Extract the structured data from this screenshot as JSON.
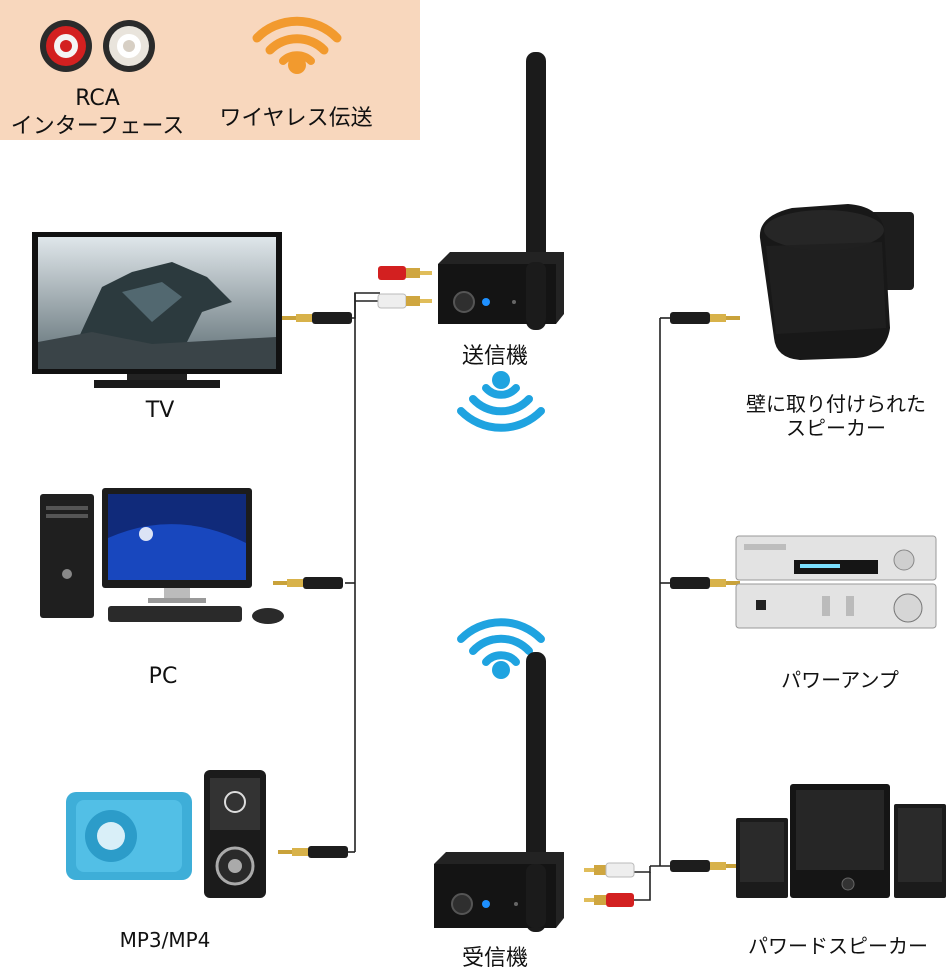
{
  "legend": {
    "rca_line1": "RCA",
    "rca_line2": "インターフェース",
    "wireless": "ワイヤレス伝送"
  },
  "sources": {
    "tv": "TV",
    "pc": "PC",
    "mp3": "MP3/MP4"
  },
  "devices": {
    "transmitter": "送信機",
    "receiver": "受信機"
  },
  "outputs": {
    "speaker_line1": "壁に取り付けられた",
    "speaker_line2": "スピーカー",
    "amp": "パワーアンプ",
    "power_speaker": "パワードスピーカー"
  },
  "colors": {
    "legend_bg": "#f8d7bd",
    "wifi_orange": "#f29a2e",
    "wifi_blue": "#1fa3e0",
    "rca_red": "#d32020"
  },
  "icons": {
    "pc_brand": "hp",
    "mp3_button": "Music"
  }
}
